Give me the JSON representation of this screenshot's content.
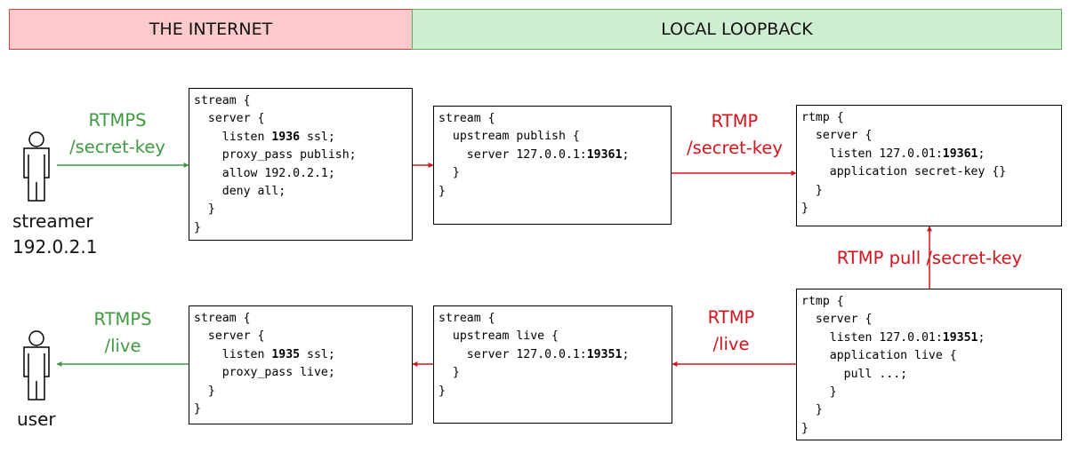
{
  "zones": {
    "internet": "THE INTERNET",
    "loopback": "LOCAL LOOPBACK"
  },
  "actors": {
    "streamer": {
      "name": "streamer",
      "ip": "192.0.2.1"
    },
    "user": {
      "name": "user"
    }
  },
  "labels": {
    "rtmps_publish": [
      "RTMPS",
      "/secret-key"
    ],
    "rtmp_publish": [
      "RTMP",
      "/secret-key"
    ],
    "rtmp_pull": "RTMP pull /secret-key",
    "rtmps_live": [
      "RTMPS",
      "/live"
    ],
    "rtmp_live": [
      "RTMP",
      "/live"
    ]
  },
  "configs": {
    "edge_publish": [
      [
        {
          "t": "stream {"
        }
      ],
      [
        {
          "t": "  server {"
        }
      ],
      [
        {
          "t": "    listen "
        },
        {
          "t": "1936",
          "b": true
        },
        {
          "t": " ssl;"
        }
      ],
      [
        {
          "t": "    proxy_pass publish;"
        }
      ],
      [
        {
          "t": "    allow 192.0.2.1;"
        }
      ],
      [
        {
          "t": "    deny all;"
        }
      ],
      [
        {
          "t": "  }"
        }
      ],
      [
        {
          "t": "}"
        }
      ]
    ],
    "upstream_publish": [
      [
        {
          "t": "stream {"
        }
      ],
      [
        {
          "t": "  upstream publish {"
        }
      ],
      [
        {
          "t": "    server 127.0.0.1:"
        },
        {
          "t": "19361",
          "b": true
        },
        {
          "t": ";"
        }
      ],
      [
        {
          "t": "  }"
        }
      ],
      [
        {
          "t": "}"
        }
      ]
    ],
    "rtmp_ingest": [
      [
        {
          "t": "rtmp {"
        }
      ],
      [
        {
          "t": "  server {"
        }
      ],
      [
        {
          "t": "    listen 127.0.01:"
        },
        {
          "t": "19361",
          "b": true
        },
        {
          "t": ";"
        }
      ],
      [
        {
          "t": "    application secret-key {}"
        }
      ],
      [
        {
          "t": "  }"
        }
      ],
      [
        {
          "t": "}"
        }
      ]
    ],
    "rtmp_live": [
      [
        {
          "t": "rtmp {"
        }
      ],
      [
        {
          "t": "  server {"
        }
      ],
      [
        {
          "t": "    listen 127.0.01:"
        },
        {
          "t": "19351",
          "b": true
        },
        {
          "t": ";"
        }
      ],
      [
        {
          "t": "    application live {"
        }
      ],
      [
        {
          "t": "      pull ...;"
        }
      ],
      [
        {
          "t": "    }"
        }
      ],
      [
        {
          "t": "  }"
        }
      ],
      [
        {
          "t": "}"
        }
      ]
    ],
    "upstream_live": [
      [
        {
          "t": "stream {"
        }
      ],
      [
        {
          "t": "  upstream live {"
        }
      ],
      [
        {
          "t": "    server 127.0.0.1:"
        },
        {
          "t": "19351",
          "b": true
        },
        {
          "t": ";"
        }
      ],
      [
        {
          "t": "  }"
        }
      ],
      [
        {
          "t": "}"
        }
      ]
    ],
    "edge_live": [
      [
        {
          "t": "stream {"
        }
      ],
      [
        {
          "t": "  server {"
        }
      ],
      [
        {
          "t": "    listen "
        },
        {
          "t": "1935",
          "b": true
        },
        {
          "t": " ssl;"
        }
      ],
      [
        {
          "t": "    proxy_pass live;"
        }
      ],
      [
        {
          "t": "  }"
        }
      ],
      [
        {
          "t": "}"
        }
      ]
    ]
  },
  "colors": {
    "internet_fill": "#fccaca",
    "loopback_fill": "#cdeed0",
    "secure_flow": "#3d9a3f",
    "local_flow": "#d4141b"
  }
}
